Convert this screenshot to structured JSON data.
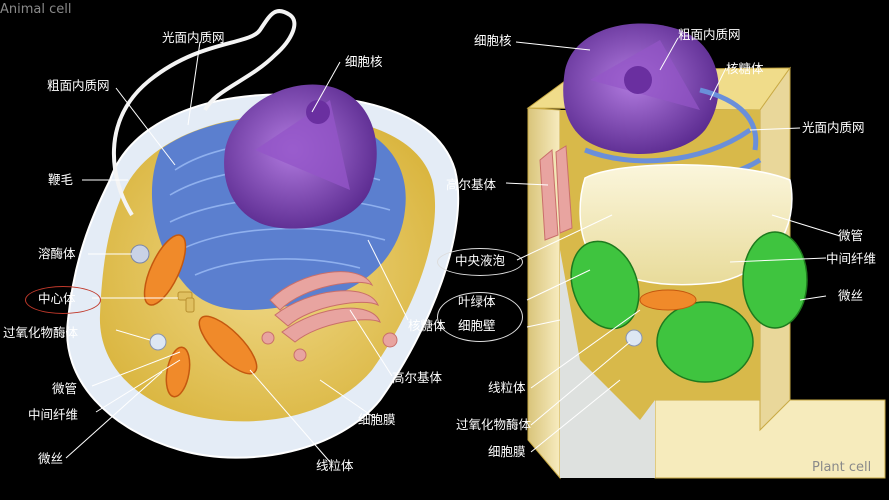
{
  "captions": {
    "animal": "Animal cell",
    "plant": "Plant cell"
  },
  "animal_labels": {
    "smooth_er": "光面内质网",
    "nucleus": "细胞核",
    "rough_er": "粗面内质网",
    "flagellum": "鞭毛",
    "lysosome": "溶酶体",
    "centrosome": "中心体",
    "peroxisome": "过氧化物酶体",
    "microtubule": "微管",
    "intermediate_filament": "中间纤维",
    "microfilament": "微丝",
    "ribosome": "核糖体",
    "golgi": "高尔基体",
    "cell_membrane": "细胞膜",
    "mitochondrion": "线粒体"
  },
  "plant_labels": {
    "nucleus": "细胞核",
    "rough_er": "粗面内质网",
    "ribosome": "核糖体",
    "smooth_er": "光面内质网",
    "golgi": "高尔基体",
    "central_vacuole": "中央液泡",
    "microtubule": "微管",
    "intermediate_filament": "中间纤维",
    "chloroplast": "叶绿体",
    "microfilament": "微丝",
    "cell_wall": "细胞壁",
    "mitochondrion": "线粒体",
    "peroxisome": "过氧化物酶体",
    "cell_membrane": "细胞膜"
  },
  "colors": {
    "background": "#000000",
    "cytoplasm": "#e9c84a",
    "membrane": "#e8eef6",
    "er": "#5b7fcf",
    "nucleus": "#7b3fb0",
    "mitochondria": "#f08a2a",
    "golgi": "#e8a4a0",
    "chloroplast": "#3fc43f",
    "vacuole": "#f3ecc2",
    "cell_wall": "#f2e6b0",
    "highlight_oval": "#c0392b"
  }
}
